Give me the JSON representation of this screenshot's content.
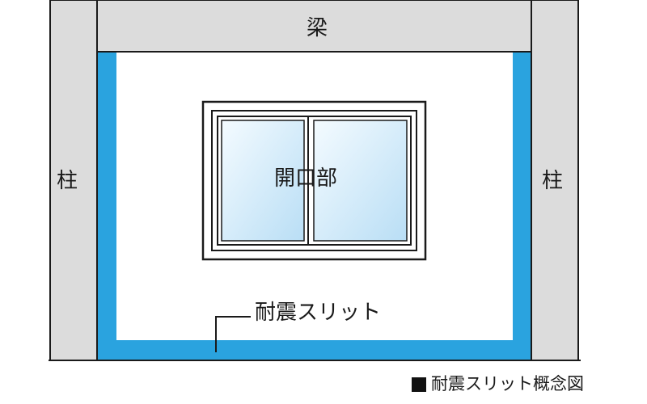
{
  "labels": {
    "beam": "梁",
    "column_left": "柱",
    "column_right": "柱",
    "opening": "開口部",
    "seismic_slit": "耐震スリット"
  },
  "caption": {
    "text": "耐震スリット概念図"
  },
  "colors": {
    "structure_gray": "#dcdcdc",
    "slit_blue": "#2aa3df",
    "glass_light": "#e6f4fc",
    "glass_blue": "#bfe2f6",
    "outline": "#1a1a1a"
  }
}
